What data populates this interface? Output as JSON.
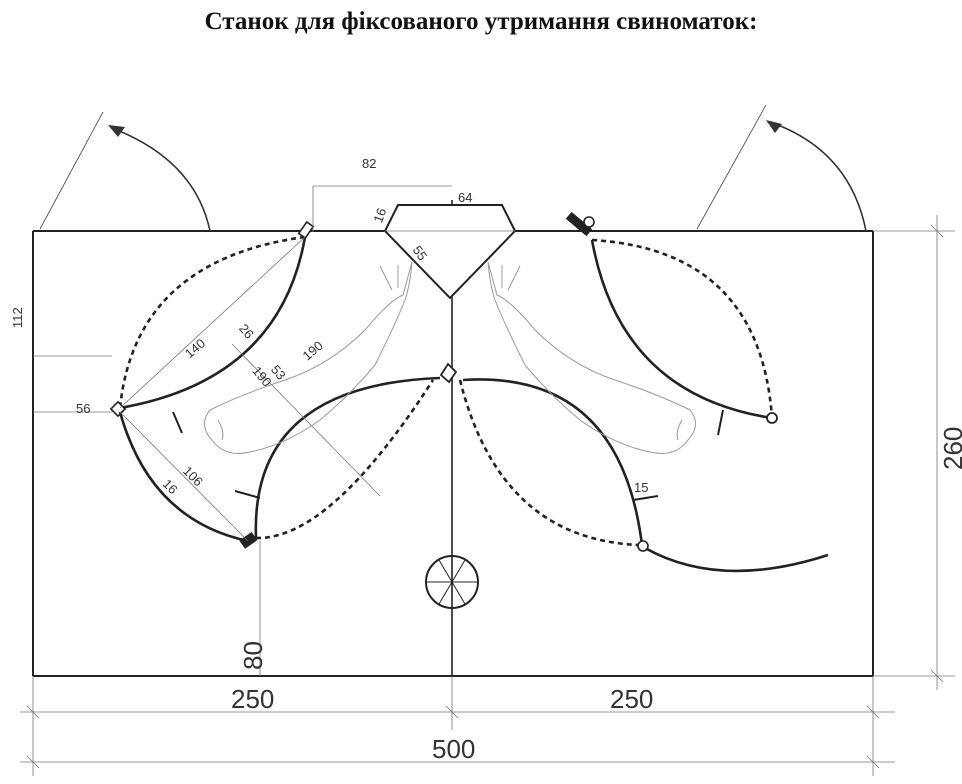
{
  "title": "Станок для фіксованого утримання свиноматок:",
  "dimensions": {
    "total_width": "500",
    "left_width": "250",
    "right_width": "250",
    "height": "260",
    "feeder_offset": "82",
    "feeder_width": "64",
    "feeder_slant": "16",
    "feeder_depth": "55",
    "left_wall_mark": "112",
    "left_gap": "56",
    "hinge_height": "80",
    "diag_140": "140",
    "diag_26": "26",
    "diag_190_a": "190",
    "diag_190_b": "190",
    "diag_53": "53",
    "diag_106": "106",
    "diag_16": "16",
    "right_15": "15"
  },
  "colors": {
    "line": "#222222",
    "dimension_line": "#777777",
    "sow_outline": "#999999"
  }
}
